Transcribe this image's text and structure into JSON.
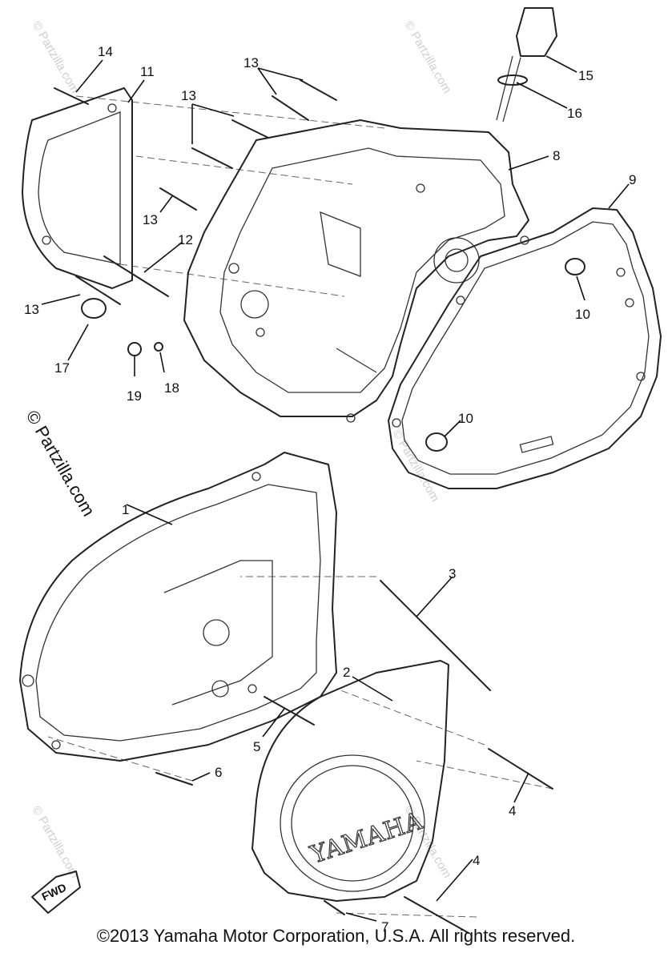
{
  "diagram": {
    "callouts": [
      {
        "id": "c1",
        "label": "1"
      },
      {
        "id": "c2",
        "label": "2"
      },
      {
        "id": "c3",
        "label": "3"
      },
      {
        "id": "c4a",
        "label": "4"
      },
      {
        "id": "c4b",
        "label": "4"
      },
      {
        "id": "c5",
        "label": "5"
      },
      {
        "id": "c6",
        "label": "6"
      },
      {
        "id": "c7",
        "label": "7"
      },
      {
        "id": "c8",
        "label": "8"
      },
      {
        "id": "c9",
        "label": "9"
      },
      {
        "id": "c10a",
        "label": "10"
      },
      {
        "id": "c10b",
        "label": "10"
      },
      {
        "id": "c11",
        "label": "11"
      },
      {
        "id": "c12",
        "label": "12"
      },
      {
        "id": "c13a",
        "label": "13"
      },
      {
        "id": "c13b",
        "label": "13"
      },
      {
        "id": "c13c",
        "label": "13"
      },
      {
        "id": "c13d",
        "label": "13"
      },
      {
        "id": "c14",
        "label": "14"
      },
      {
        "id": "c15",
        "label": "15"
      },
      {
        "id": "c16",
        "label": "16"
      },
      {
        "id": "c17",
        "label": "17"
      },
      {
        "id": "c18",
        "label": "18"
      },
      {
        "id": "c19",
        "label": "19"
      }
    ],
    "logo_text": "YAMAHA",
    "direction_label": "FWD",
    "watermark_text": "© Partzilla.com",
    "copyright": "©2013  Yamaha Motor Corporation, U.S.A. All rights reserved."
  }
}
